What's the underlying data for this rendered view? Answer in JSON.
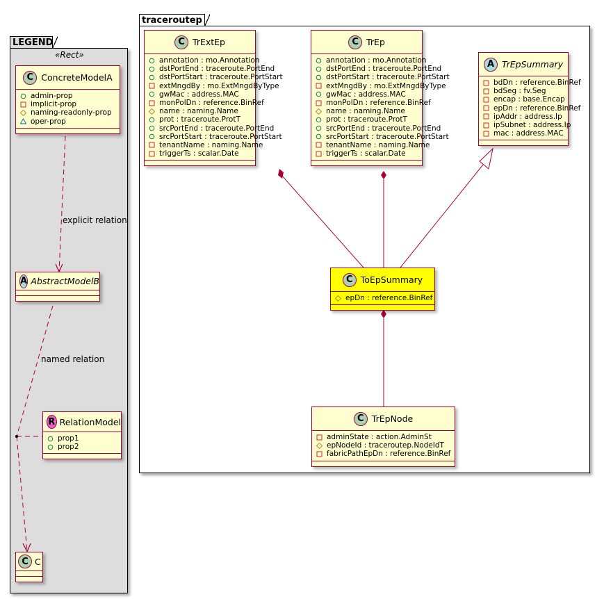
{
  "packages": {
    "legend": {
      "name": "LEGEND",
      "stereotype": "«Rect»"
    },
    "traceroutep": {
      "name": "traceroutep"
    }
  },
  "legend": {
    "concrete": {
      "kind": "C",
      "name": "ConcreteModelA",
      "fields": [
        {
          "vis": "public",
          "text": "admin-prop"
        },
        {
          "vis": "private",
          "text": "implicit-prop"
        },
        {
          "vis": "protected",
          "text": "naming-readonly-prop"
        },
        {
          "vis": "package",
          "text": "oper-prop"
        }
      ]
    },
    "abstract": {
      "kind": "A",
      "name": "AbstractModelB"
    },
    "relation": {
      "kind": "R",
      "name": "RelationModel",
      "fields": [
        {
          "vis": "public",
          "text": "prop1"
        },
        {
          "vis": "public",
          "text": "prop2"
        }
      ]
    },
    "c": {
      "kind": "C",
      "name": "C"
    },
    "labels": {
      "explicit": "explicit relation",
      "named": "named relation"
    }
  },
  "classes": {
    "trextep": {
      "kind": "C",
      "name": "TrExtEp",
      "fields": [
        {
          "vis": "public",
          "text": "annotation : mo.Annotation"
        },
        {
          "vis": "public",
          "text": "dstPortEnd : traceroute.PortEnd"
        },
        {
          "vis": "public",
          "text": "dstPortStart : traceroute.PortStart"
        },
        {
          "vis": "private",
          "text": "extMngdBy : mo.ExtMngdByType"
        },
        {
          "vis": "public",
          "text": "gwMac : address.MAC"
        },
        {
          "vis": "private",
          "text": "monPolDn : reference.BinRef"
        },
        {
          "vis": "protected",
          "text": "name : naming.Name"
        },
        {
          "vis": "public",
          "text": "prot : traceroute.ProtT"
        },
        {
          "vis": "public",
          "text": "srcPortEnd : traceroute.PortEnd"
        },
        {
          "vis": "public",
          "text": "srcPortStart : traceroute.PortStart"
        },
        {
          "vis": "private",
          "text": "tenantName : naming.Name"
        },
        {
          "vis": "private",
          "text": "triggerTs : scalar.Date"
        }
      ]
    },
    "trep": {
      "kind": "C",
      "name": "TrEp",
      "fields": [
        {
          "vis": "public",
          "text": "annotation : mo.Annotation"
        },
        {
          "vis": "public",
          "text": "dstPortEnd : traceroute.PortEnd"
        },
        {
          "vis": "public",
          "text": "dstPortStart : traceroute.PortStart"
        },
        {
          "vis": "private",
          "text": "extMngdBy : mo.ExtMngdByType"
        },
        {
          "vis": "public",
          "text": "gwMac : address.MAC"
        },
        {
          "vis": "private",
          "text": "monPolDn : reference.BinRef"
        },
        {
          "vis": "protected",
          "text": "name : naming.Name"
        },
        {
          "vis": "public",
          "text": "prot : traceroute.ProtT"
        },
        {
          "vis": "public",
          "text": "srcPortEnd : traceroute.PortEnd"
        },
        {
          "vis": "public",
          "text": "srcPortStart : traceroute.PortStart"
        },
        {
          "vis": "private",
          "text": "tenantName : naming.Name"
        },
        {
          "vis": "private",
          "text": "triggerTs : scalar.Date"
        }
      ]
    },
    "trepsummary": {
      "kind": "A",
      "name": "TrEpSummary",
      "fields": [
        {
          "vis": "private",
          "text": "bdDn : reference.BinRef"
        },
        {
          "vis": "private",
          "text": "bdSeg : fv.Seg"
        },
        {
          "vis": "private",
          "text": "encap : base.Encap"
        },
        {
          "vis": "private",
          "text": "epDn : reference.BinRef"
        },
        {
          "vis": "private",
          "text": "ipAddr : address.Ip"
        },
        {
          "vis": "private",
          "text": "ipSubnet : address.Ip"
        },
        {
          "vis": "private",
          "text": "mac : address.MAC"
        }
      ]
    },
    "toepsummary": {
      "kind": "C",
      "name": "ToEpSummary",
      "highlight": "#ffff00",
      "fields": [
        {
          "vis": "protected-hollow",
          "text": "epDn : reference.BinRef"
        }
      ]
    },
    "trepnode": {
      "kind": "C",
      "name": "TrEpNode",
      "fields": [
        {
          "vis": "private",
          "text": "adminState : action.AdminSt"
        },
        {
          "vis": "protected",
          "text": "epNodeId : traceroutep.NodeIdT"
        },
        {
          "vis": "private",
          "text": "fabricPathEpDn : reference.BinRef"
        }
      ]
    }
  },
  "relations": [
    {
      "from": "trextep",
      "to": "toepsummary",
      "type": "composition"
    },
    {
      "from": "trep",
      "to": "toepsummary",
      "type": "composition"
    },
    {
      "from": "toepsummary",
      "to": "trepsummary",
      "type": "generalization"
    },
    {
      "from": "toepsummary",
      "to": "trepnode",
      "type": "composition"
    },
    {
      "from": "concrete",
      "to": "abstract",
      "type": "dependency",
      "label": "explicit relation"
    },
    {
      "from": "abstract",
      "to": "c",
      "type": "dependency",
      "label": "named relation",
      "association_class": "relation"
    }
  ],
  "colors": {
    "border": "#a80036",
    "class_fill": "#fefece",
    "highlight": "#ffff00",
    "legend_fill": "#dddddd"
  }
}
